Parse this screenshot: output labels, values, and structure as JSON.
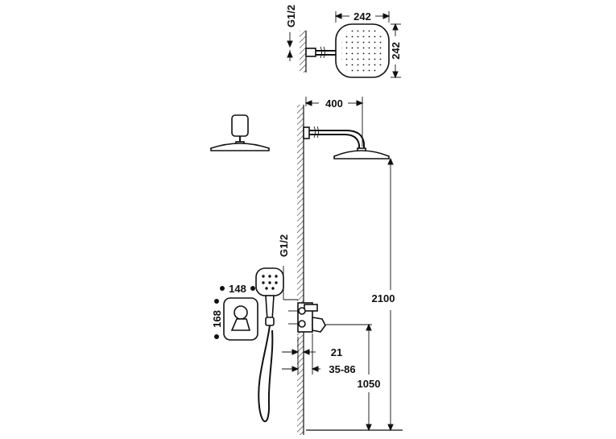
{
  "diagram": {
    "dimensions": {
      "head_width": "242",
      "head_height": "242",
      "thread_top": "G1/2",
      "arm_length": "400",
      "thread_mid": "G1/2",
      "hand_shower": "148",
      "plate_height": "168",
      "head_height_floor": "2100",
      "wall_depth": "21",
      "depth_range": "35-86",
      "mixer_height": "1050"
    }
  }
}
